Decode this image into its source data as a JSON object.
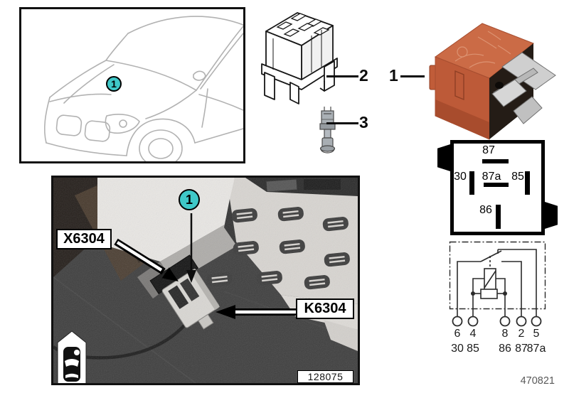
{
  "document": {
    "catalog_number": "470821"
  },
  "location_box": {
    "callout": "1"
  },
  "parts": {
    "relay": {
      "callout": "1"
    },
    "socket": {
      "callout": "2"
    },
    "terminal": {
      "callout": "3"
    }
  },
  "pin_diagram": {
    "top_pin": "87",
    "left_pin": "30",
    "center_pin": "87a",
    "right_pin": "85",
    "bottom_pin": "86"
  },
  "schematic": {
    "terminals": [
      {
        "number": "6",
        "din": "30"
      },
      {
        "number": "4",
        "din": "85"
      },
      {
        "number": "8",
        "din": "86"
      },
      {
        "number": "2",
        "din": "87"
      },
      {
        "number": "5",
        "din": "87a"
      }
    ]
  },
  "photo": {
    "callout": "1",
    "socket_connector_label": "X6304",
    "relay_label": "K6304",
    "photo_id": "128075"
  },
  "colors": {
    "callout_teal": "#3FC8C8",
    "relay_orange": "#C4613D",
    "line_black": "#111111"
  }
}
